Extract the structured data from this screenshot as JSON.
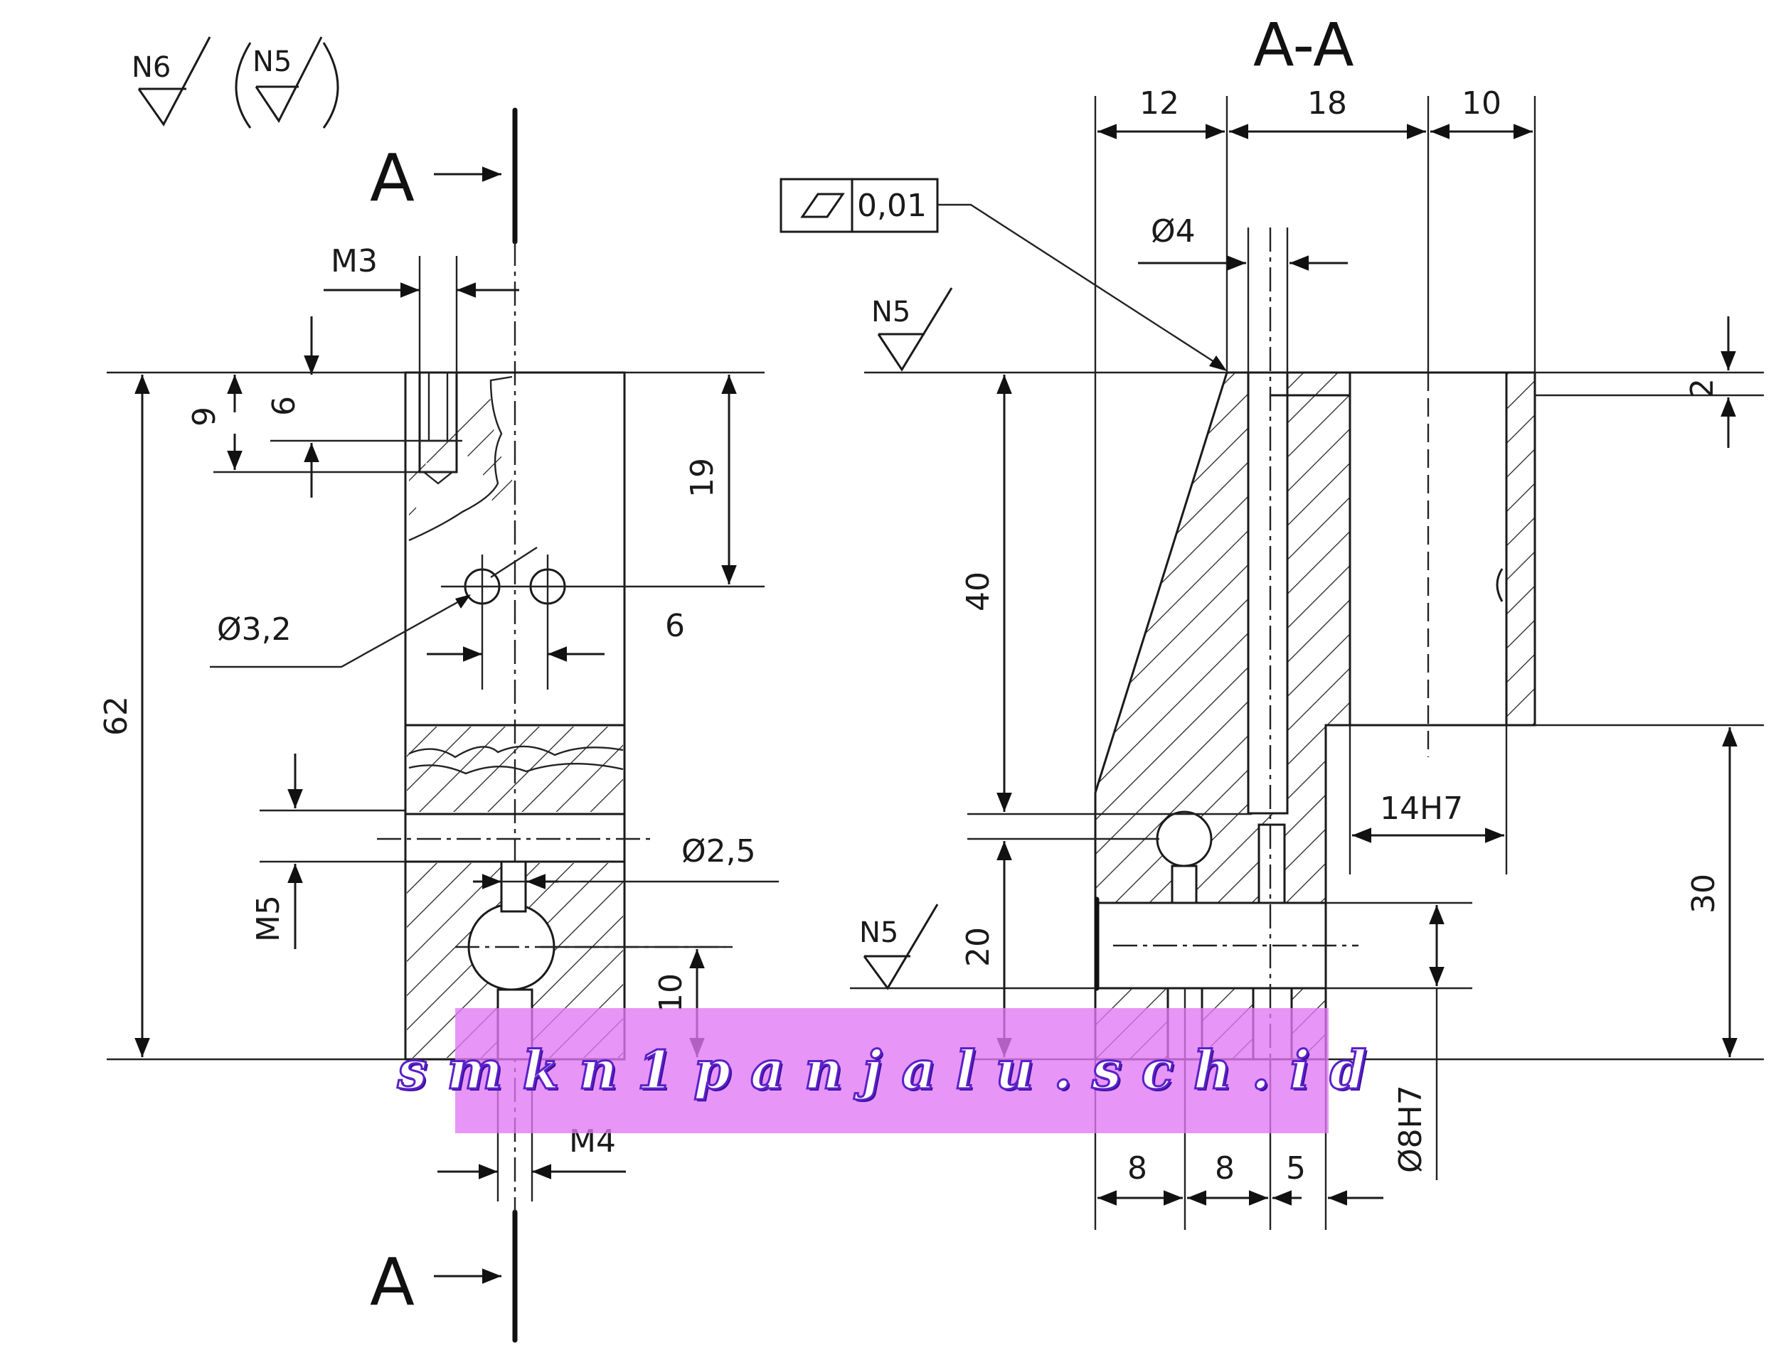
{
  "surface_symbols": {
    "general": "N6",
    "other": "N5",
    "top_face": "N5",
    "bottom_face": "N5"
  },
  "section": {
    "mark_top": "A",
    "mark_bottom": "A",
    "title": "A-A"
  },
  "front_view": {
    "thread_top": "M3",
    "dim_9": "9",
    "dim_6_vertical": "6",
    "dim_19": "19",
    "hole_dia": "Ø3,2",
    "dim_6_horizontal": "6",
    "overall_height": "62",
    "thread_side": "M5",
    "pin_dia": "Ø2,5",
    "dim_10": "10",
    "thread_bottom": "M4"
  },
  "section_view": {
    "width_12": "12",
    "width_18": "18",
    "width_10": "10",
    "hole_dia": "Ø4",
    "flatness_value": "0,01",
    "dim_2": "2",
    "dim_40": "40",
    "bore_tolerance": "14H7",
    "dim_20": "20",
    "dim_30": "30",
    "bottom_8a": "8",
    "bottom_8b": "8",
    "bottom_5": "5",
    "pin_tolerance": "Ø8H7"
  },
  "watermark": {
    "text": "smkn1panjalu.sch.id",
    "color": "#e078f5",
    "outline_color": "#5b20c8"
  }
}
